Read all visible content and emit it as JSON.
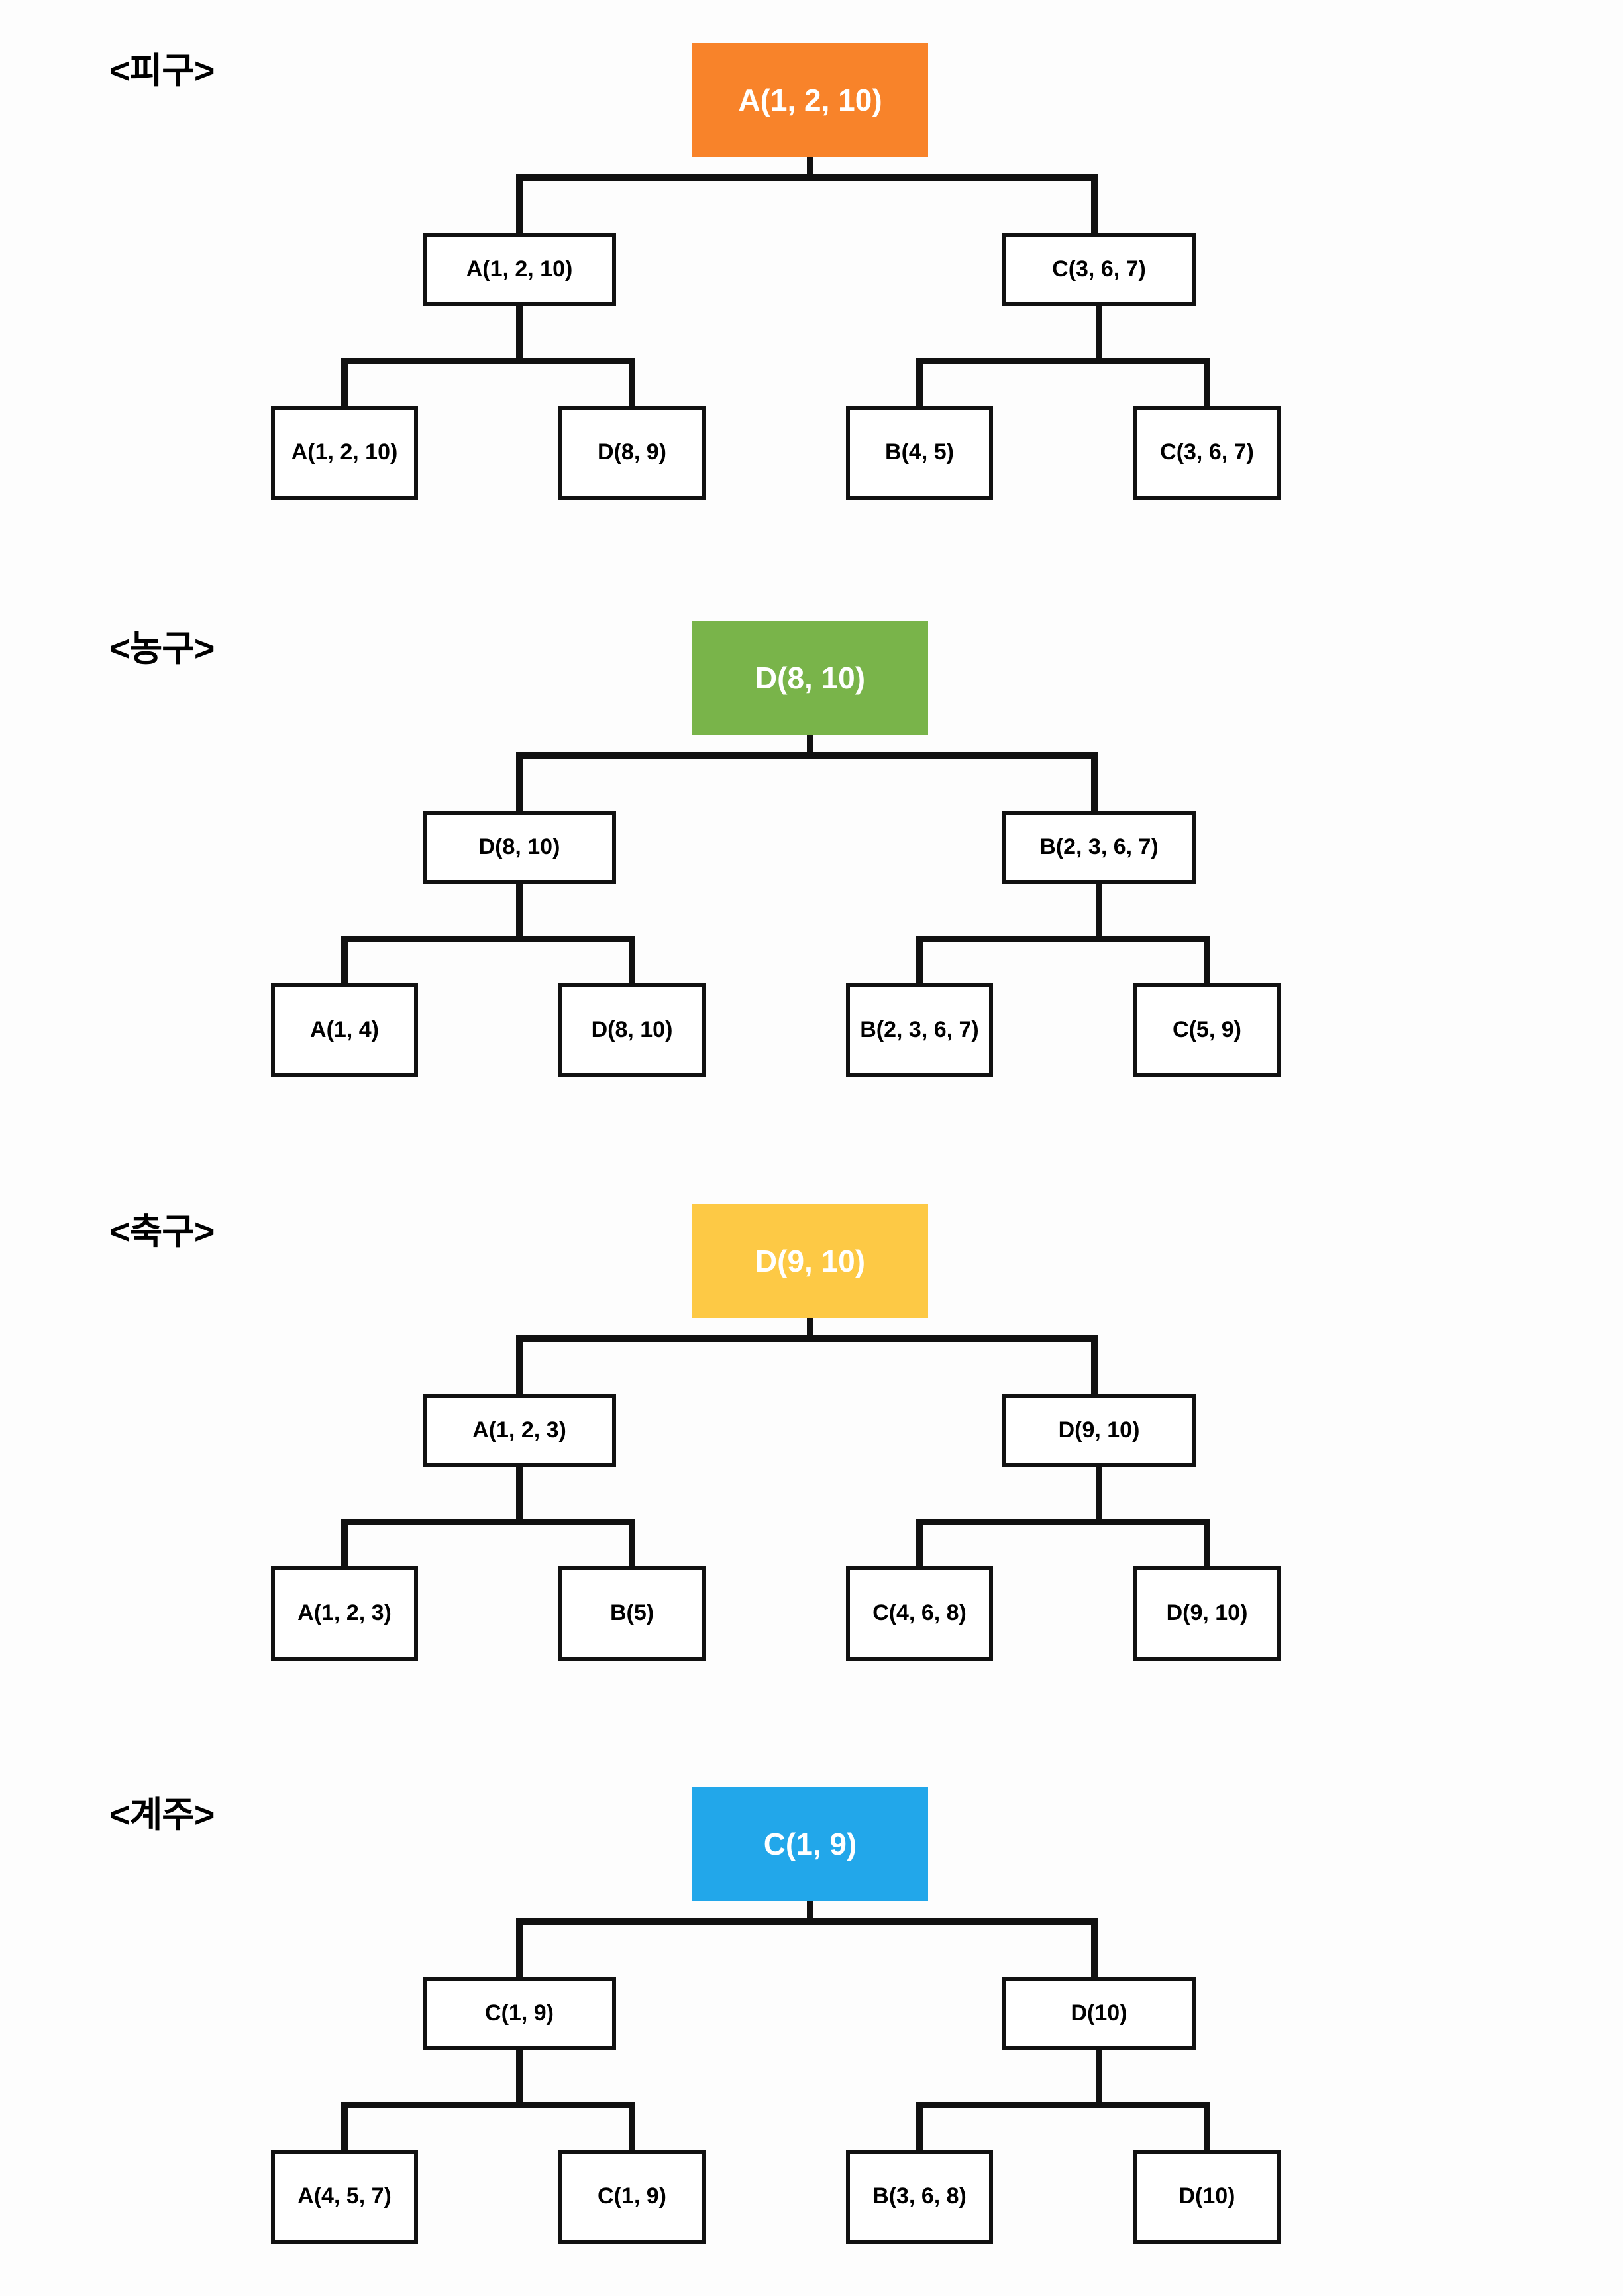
{
  "page": {
    "background_color": "#fdfdfd",
    "line_color": "#111111",
    "box_border_color": "#111111",
    "box_fill_color": "#ffffff"
  },
  "sections": [
    {
      "label": "<피구>",
      "accent_color": "#F8832A",
      "champion": "A(1, 2, 10)",
      "semifinals": [
        "A(1, 2, 10)",
        "C(3, 6, 7)"
      ],
      "quarterfinals": [
        "A(1, 2, 10)",
        "D(8, 9)",
        "B(4, 5)",
        "C(3, 6, 7)"
      ]
    },
    {
      "label": "<농구>",
      "accent_color": "#79B44A",
      "champion": "D(8, 10)",
      "semifinals": [
        "D(8, 10)",
        "B(2, 3, 6, 7)"
      ],
      "quarterfinals": [
        "A(1, 4)",
        "D(8, 10)",
        "B(2, 3, 6, 7)",
        "C(5, 9)"
      ]
    },
    {
      "label": "<축구>",
      "accent_color": "#FDC945",
      "champion": "D(9, 10)",
      "semifinals": [
        "A(1, 2, 3)",
        "D(9, 10)"
      ],
      "quarterfinals": [
        "A(1, 2, 3)",
        "B(5)",
        "C(4, 6, 8)",
        "D(9, 10)"
      ]
    },
    {
      "label": "<계주>",
      "accent_color": "#22A7EA",
      "champion": "C(1, 9)",
      "semifinals": [
        "C(1, 9)",
        "D(10)"
      ],
      "quarterfinals": [
        "A(4, 5, 7)",
        "C(1, 9)",
        "B(3, 6, 8)",
        "D(10)"
      ]
    }
  ]
}
